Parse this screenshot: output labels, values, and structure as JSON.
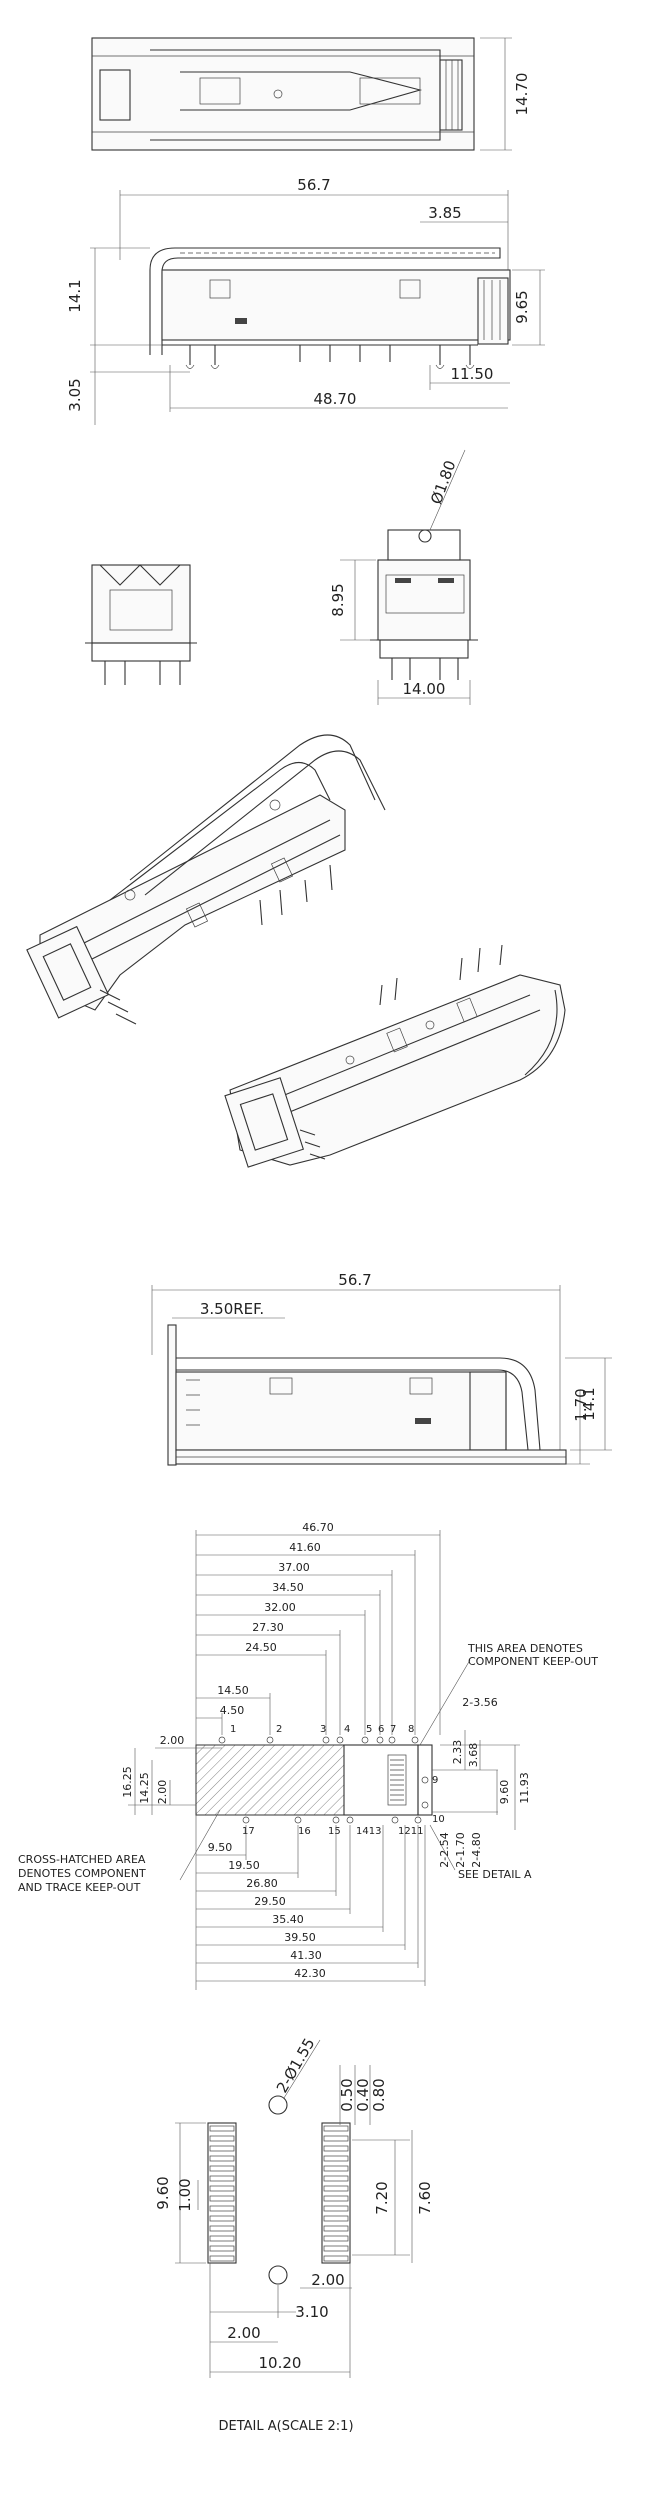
{
  "top_view": {
    "height": "14.70"
  },
  "side_view": {
    "length": "56.7",
    "tab": "3.85",
    "height": "14.1",
    "body_height": "9.65",
    "pin": "3.05",
    "pin_offset": "11.50",
    "body_length": "48.70"
  },
  "front_view": {
    "hole": "Ø1.80",
    "height": "8.95",
    "width": "14.00"
  },
  "bezel_view": {
    "length": "56.7",
    "ref": "3.50REF.",
    "height": "14.1",
    "flange": "1.70"
  },
  "pcb_layout": {
    "top_dims": [
      "46.70",
      "41.60",
      "37.00",
      "34.50",
      "32.00",
      "27.30",
      "24.50",
      "14.50",
      "4.50"
    ],
    "left_small": "2.00",
    "left_dims": [
      "16.25",
      "14.25",
      "2.00"
    ],
    "right_dims": [
      "2-3.56",
      "2.33",
      "3.68",
      "9.60",
      "11.93"
    ],
    "right_low": [
      "2-2.54",
      "2-1.70",
      "2-4.80"
    ],
    "bottom_dims": [
      "9.50",
      "19.50",
      "26.80",
      "29.50",
      "35.40",
      "39.50",
      "41.30",
      "42.30"
    ],
    "top_pins": [
      "1",
      "2",
      "3",
      "4",
      "5",
      "6",
      "7",
      "8"
    ],
    "right_pins": [
      "9",
      "10"
    ],
    "bottom_pins": [
      "17",
      "16",
      "15",
      "1413",
      "1211"
    ],
    "note_top": [
      "THIS AREA DENOTES",
      "COMPONENT KEEP-OUT"
    ],
    "note_left": [
      "CROSS-HATCHED AREA",
      "DENOTES COMPONENT",
      "AND TRACE KEEP-OUT"
    ],
    "note_detail": "SEE DETAIL A"
  },
  "detail_a": {
    "hole": "2-Ø1.55",
    "top_dims": [
      "0.50",
      "0.40",
      "0.80"
    ],
    "left_dims": [
      "9.60",
      "1.00"
    ],
    "right_dims": [
      "7.20",
      "7.60"
    ],
    "bottom_dims": [
      "2.00",
      "3.10",
      "2.00",
      "10.20"
    ],
    "caption": "DETAIL A(SCALE 2:1)"
  }
}
